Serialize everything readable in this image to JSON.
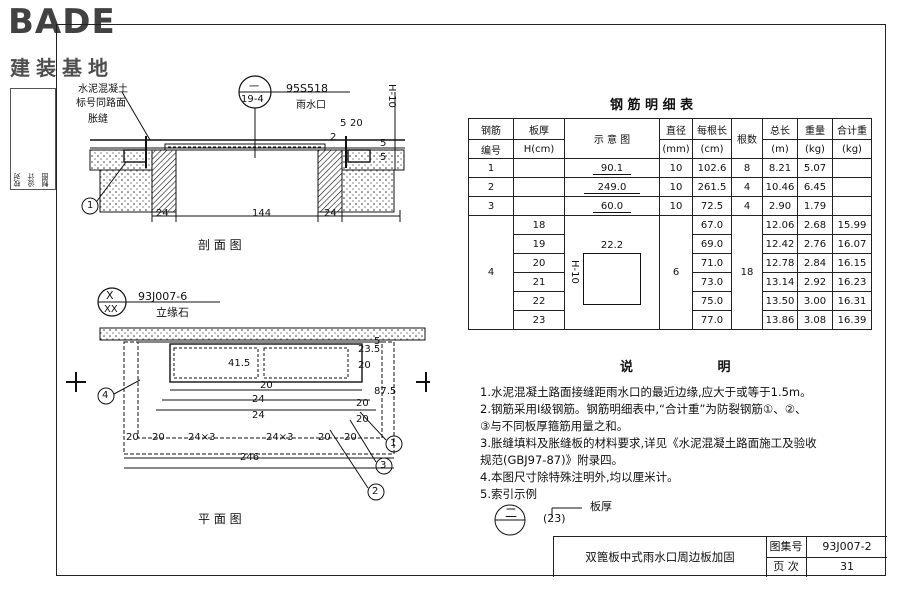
{
  "brand": {
    "logo": "BADE",
    "subtitle": "建装基地"
  },
  "stamp": {
    "col1": "校对",
    "col2": "设计",
    "col3": "制图"
  },
  "section": {
    "title": "剖 面 图",
    "note_a": "水泥混凝土",
    "note_b": "标号同路面",
    "joint": "胀缝",
    "ref_top": "一",
    "ref_bottom": "19-4",
    "ref_std": "95S518",
    "ref_name": "雨水口",
    "h_label": "H-10",
    "dims": {
      "d5": "5",
      "d20": "20",
      "d2": "2",
      "d24a": "24",
      "d144": "144",
      "d24b": "24",
      "d5b": "5",
      "d5c": "5"
    },
    "marker": "1"
  },
  "plan": {
    "title": "平 面 图",
    "ref_top": "X",
    "ref_bottom": "XX",
    "ref_std": "93J007-6",
    "ref_name": "立缘石",
    "dims": {
      "d20a": "20",
      "d20b": "20",
      "d24x3a": "24×3",
      "d24x3b": "24×3",
      "d20c": "20",
      "d20d": "20",
      "d246": "246",
      "d41_5": "41.5",
      "d24a": "24",
      "d24b": "24",
      "d20e": "20",
      "d20f": "20",
      "d20g": "20",
      "d87_5": "87.5",
      "d23_5": "23.5",
      "d5": "5",
      "d20h": "20"
    },
    "markers": [
      "1",
      "2",
      "3",
      "4"
    ]
  },
  "rebar_table": {
    "title": "钢 筋 明 细 表",
    "headers": {
      "no": "钢筋",
      "no2": "编号",
      "thk": "板厚",
      "thk2": "H(cm)",
      "diagram": "示 意 图",
      "dia": "直径",
      "dia2": "(mm)",
      "len": "每根长",
      "len2": "(cm)",
      "count": "根数",
      "total": "总长",
      "total2": "(m)",
      "weight": "重量",
      "weight2": "(kg)",
      "sum": "合计重",
      "sum2": "(kg)"
    },
    "rows": [
      {
        "no": "1",
        "thk": "",
        "diag": "90.1",
        "dia": "10",
        "len": "102.6",
        "count": "8",
        "total": "8.21",
        "weight": "5.07",
        "sum": ""
      },
      {
        "no": "2",
        "thk": "",
        "diag": "249.0",
        "dia": "10",
        "len": "261.5",
        "count": "4",
        "total": "10.46",
        "weight": "6.45",
        "sum": ""
      },
      {
        "no": "3",
        "thk": "",
        "diag": "60.0",
        "dia": "10",
        "len": "72.5",
        "count": "4",
        "total": "2.90",
        "weight": "1.79",
        "sum": ""
      }
    ],
    "row4": {
      "no": "4",
      "dia": "6",
      "count": "18",
      "diag_w": "22.2",
      "diag_h": "H-10",
      "sub": [
        {
          "thk": "18",
          "len": "67.0",
          "total": "12.06",
          "weight": "2.68",
          "sum": "15.99"
        },
        {
          "thk": "19",
          "len": "69.0",
          "total": "12.42",
          "weight": "2.76",
          "sum": "16.07"
        },
        {
          "thk": "20",
          "len": "71.0",
          "total": "12.78",
          "weight": "2.84",
          "sum": "16.15"
        },
        {
          "thk": "21",
          "len": "73.0",
          "total": "13.14",
          "weight": "2.92",
          "sum": "16.23"
        },
        {
          "thk": "22",
          "len": "75.0",
          "total": "13.50",
          "weight": "3.00",
          "sum": "16.31"
        },
        {
          "thk": "23",
          "len": "77.0",
          "total": "13.86",
          "weight": "3.08",
          "sum": "16.39"
        }
      ]
    }
  },
  "notes": {
    "title": "说 明",
    "lines": [
      "1.水泥混凝土路面接缝距雨水口的最近边缘,应大于或等于1.5m。",
      "2.钢筋采用Ⅰ级钢筋。钢筋明细表中,“合计重”为防裂钢筋①、②、",
      "   ③与不同板厚箍筋用量之和。",
      "3.胀缝填料及胀缝板的材料要求,详见《水泥混凝土路面施工及验收",
      "   规范(GBJ97-87)》附录四。",
      "4.本图尺寸除特殊注明外,均以厘米计。",
      "5.索引示例"
    ],
    "index_thk": "板厚",
    "index_num": "(23)",
    "index_sym": "二"
  },
  "title_block": {
    "name": "双篦板中式雨水口周边板加固",
    "atlas_label": "图集号",
    "atlas_no": "93J007-2",
    "page_label": "页  次",
    "page_no": "31"
  }
}
